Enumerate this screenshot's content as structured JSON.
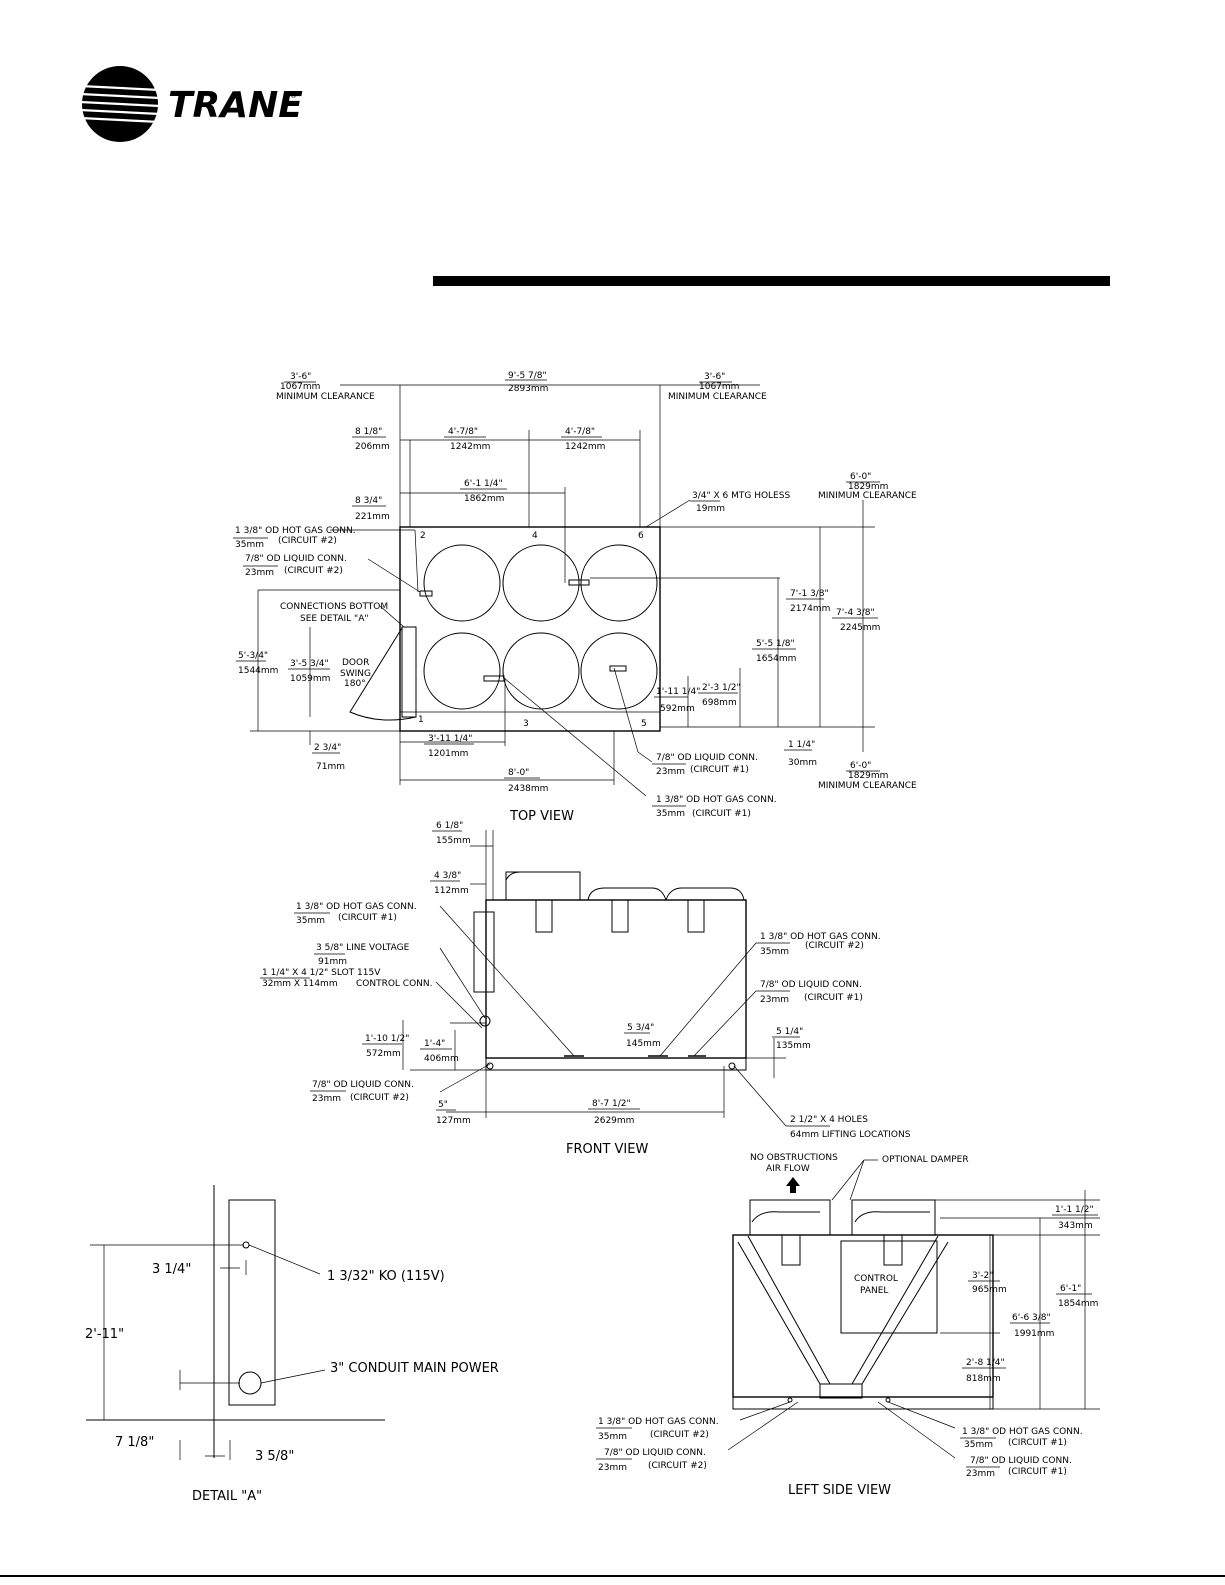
{
  "brand": {
    "name": "TRANE",
    "registered": "®"
  },
  "top_view": {
    "title": "TOP VIEW",
    "dims": {
      "clear_left": "3'-6\"",
      "clear_left_mm": "1067mm",
      "clear_left_label": "MINIMUM CLEARANCE",
      "overall": "9'-5 7/8\"",
      "overall_mm": "2893mm",
      "clear_right": "3'-6\"",
      "clear_right_mm": "1067mm",
      "clear_right_label": "MINIMUM CLEARANCE",
      "d81": "8 1/8\"",
      "d81_mm": "206mm",
      "d478a": "4'-7/8\"",
      "d478a_mm": "1242mm",
      "d478b": "4'-7/8\"",
      "d478b_mm": "1242mm",
      "d834": "8 3/4\"",
      "d834_mm": "221mm",
      "d6114": "6'-1 1/4\"",
      "d6114_mm": "1862mm",
      "holes": "3/4\" X 6 MTG HOLESS",
      "holes_mm": "19mm",
      "clear_top": "6'-0\"",
      "clear_top_mm": "1829mm",
      "clear_top_label": "MINIMUM CLEARANCE",
      "d7138": "7'-1 3/8\"",
      "d7138_mm": "2174mm",
      "d7438": "7'-4 3/8\"",
      "d7438_mm": "2245mm",
      "d5518": "5'-5 1/8\"",
      "d5518_mm": "1654mm",
      "d5034": "5'-3/4\"",
      "d5034_mm": "1544mm",
      "d3534": "3'-5 3/4\"",
      "d3534_mm": "1059mm",
      "door": "DOOR",
      "swing": "SWING",
      "deg": "180°",
      "d21112": "2'-3 1/2\"",
      "d21112_mm": "698mm",
      "d1114": "1'-11 1/4\"",
      "d1114_mm": "592mm",
      "d114": "1 1/4\"",
      "d114_mm": "30mm",
      "clear_bot": "6'-0\"",
      "clear_bot_mm": "1829mm",
      "clear_bot_label": "MINIMUM CLEARANCE",
      "d234": "2 3/4\"",
      "d234_mm": "71mm",
      "d31114": "3'-11 1/4\"",
      "d31114_mm": "1201mm",
      "d80": "8'-0\"",
      "d80_mm": "2438mm"
    },
    "notes": {
      "hotgas2": "1 3/8\" OD HOT GAS CONN.",
      "hotgas2_mm": "35mm",
      "hotgas2_c": "(CIRCUIT #2)",
      "liquid2": "7/8\" OD LIQUID CONN.",
      "liquid2_mm": "23mm",
      "liquid2_c": "(CIRCUIT #2)",
      "conn_bottom": "CONNECTIONS BOTTOM",
      "see_detail": "SEE DETAIL \"A\"",
      "liquid1": "7/8\" OD LIQUID CONN.",
      "liquid1_mm": "23mm",
      "liquid1_c": "(CIRCUIT #1)",
      "hotgas1": "1 3/8\" OD HOT GAS CONN.",
      "hotgas1_mm": "35mm",
      "hotgas1_c": "(CIRCUIT #1)"
    },
    "holes_num": [
      "1",
      "2",
      "3",
      "4",
      "5",
      "6"
    ]
  },
  "front_view": {
    "title": "FRONT VIEW",
    "d618": "6 1/8\"",
    "d618_mm": "155mm",
    "d438": "4 3/8\"",
    "d438_mm": "112mm",
    "hotgas1": "1 3/8\" OD HOT GAS CONN.",
    "hotgas1_mm": "35mm",
    "hotgas1_c": "(CIRCUIT #1)",
    "lv": "3 5/8\" LINE VOLTAGE",
    "lv_mm": "91mm",
    "slot": "1 1/4\" X 4 1/2\" SLOT 115V",
    "slot_mm": "32mm X 114mm",
    "slot_c": "CONTROL CONN.",
    "d11012": "1'-10 1/2\"",
    "d11012_mm": "572mm",
    "d14": "1'-4\"",
    "d14_mm": "406mm",
    "d534": "5 3/4\"",
    "d534_mm": "145mm",
    "d514": "5 1/4\"",
    "d514_mm": "135mm",
    "liquid2": "7/8\" OD LIQUID CONN.",
    "liquid2_mm": "23mm",
    "liquid2_c": "(CIRCUIT #2)",
    "d5": "5\"",
    "d5_mm": "127mm",
    "d8712": "8'-7 1/2\"",
    "d8712_mm": "2629mm",
    "hotgas2": "1 3/8\" OD HOT GAS CONN.",
    "hotgas2_mm": "35mm",
    "hotgas2_c": "(CIRCUIT #2)",
    "liquid1": "7/8\" OD LIQUID CONN.",
    "liquid1_mm": "23mm",
    "liquid1_c": "(CIRCUIT #1)",
    "lift": "2 1/2\" X 4 HOLES",
    "lift_mm": "64mm LIFTING LOCATIONS"
  },
  "detail_a": {
    "title": "DETAIL \"A\"",
    "d314": "3 1/4\"",
    "ko": "1 3/32\"  KO  (115V)",
    "d211": "2'-11\"",
    "conduit": "3\" CONDUIT MAIN POWER",
    "d718": "7 1/8\"",
    "d358": "3 5/8\""
  },
  "left_view": {
    "title": "LEFT SIDE VIEW",
    "no_obs": "NO OBSTRUCTIONS",
    "airflow": "AIR FLOW",
    "damper": "OPTIONAL DAMPER",
    "d1112": "1'-1 1/2\"",
    "d1112_mm": "343mm",
    "d32": "3'-2\"",
    "d32_mm": "965mm",
    "d61": "6'-1\"",
    "d61_mm": "1854mm",
    "d6638": "6'-6 3/8\"",
    "d6638_mm": "1991mm",
    "d2814": "2'-8 1/4\"",
    "d2814_mm": "818mm",
    "panel1": "CONTROL",
    "panel2": "PANEL",
    "hotgas2": "1 3/8\" OD HOT GAS CONN.",
    "hotgas2_mm": "35mm",
    "hotgas2_c": "(CIRCUIT #2)",
    "liquid2": "7/8\" OD LIQUID CONN.",
    "liquid2_mm": "23mm",
    "liquid2_c": "(CIRCUIT #2)",
    "hotgas1": "1 3/8\" OD HOT GAS CONN.",
    "hotgas1_mm": "35mm",
    "hotgas1_c": "(CIRCUIT #1)",
    "liquid1": "7/8\" OD LIQUID CONN.",
    "liquid1_mm": "23mm",
    "liquid1_c": "(CIRCUIT #1)"
  }
}
